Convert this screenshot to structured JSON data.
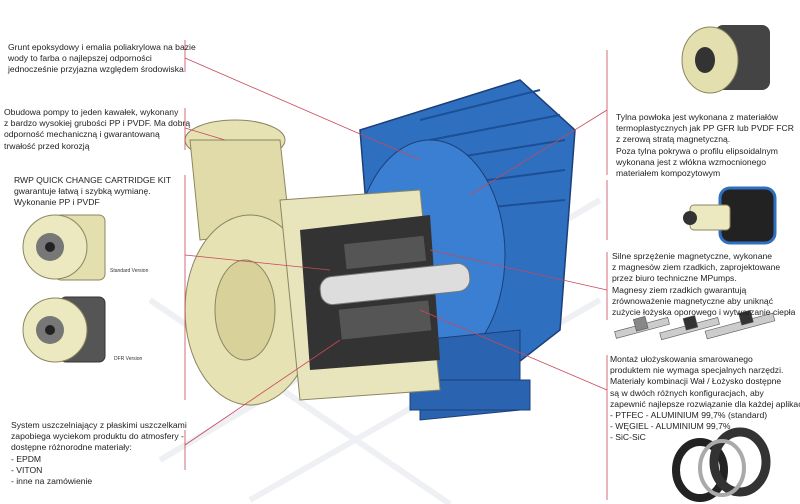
{
  "left": {
    "coating": [
      "Grunt epoksydowy i emalia poliakrylowa na bazie",
      "wody to farba o najlepszej odporności",
      "jednocześnie przyjazna względem środowiska"
    ],
    "housing": [
      "Obudowa pompy to jeden kawałek, wykonany",
      "z bardzo wysokiej grubości PP i PVDF. Ma dobrą",
      "odporność mechaniczną i gwarantowaną",
      "trwałość przed korozją"
    ],
    "cartridge": [
      "RWP QUICK CHANGE CARTRIDGE KIT",
      "gwarantuje łatwą i szybką wymianę.",
      "Wykonanie PP i PVDF"
    ],
    "standard_label": "Standard Version",
    "dfr_label": "DFR Version",
    "sealing": [
      "System uszczelniający z płaskimi uszczelkami",
      "zapobiega wyciekom produktu do atmosfery -",
      "dostępne różnorodne materiały:",
      "- EPDM",
      "- VITON",
      "- inne na zamówienie"
    ]
  },
  "right": {
    "back_shell": [
      "Tylna powłoka jest wykonana z materiałów",
      "termoplastycznych jak PP GFR lub PVDF FCR",
      "z zerową stratą magnetyczną.",
      "Poza tylna pokrywa o profilu elipsoidalnym",
      "wykonana jest z włókna wzmocnionego",
      "materiałem kompozytowym"
    ],
    "magnetic": [
      "Silne sprzężenie magnetyczne, wykonane",
      "z magnesów ziem rzadkich, zaprojektowane",
      "przez biuro techniczne MPumps.",
      "Magnesy ziem rzadkich gwarantują",
      "zrównoważenie magnetyczne aby uniknąć",
      "zużycie łożyska oporowego i wytwarzanie ciepła"
    ],
    "bearing": [
      "Montaż ułożyskowania smarowanego",
      "produktem nie wymaga specjalnych narzędzi.",
      "Materiały kombinacji Wał / Łożysko dostępne",
      "są w dwóch różnych konfiguracjach, aby",
      "zapewnić najlepsze rozwiązanie dla każdej aplikacji:",
      "- PTFEC - ALUMINIUM 99,7% (standard)",
      "- WĘGIEL - ALUMINIUM 99,7%",
      "- SiC-SiC"
    ]
  },
  "colors": {
    "leader": "#c8485a",
    "motor": "#2f6fc0",
    "housing": "#e6e2b4"
  }
}
